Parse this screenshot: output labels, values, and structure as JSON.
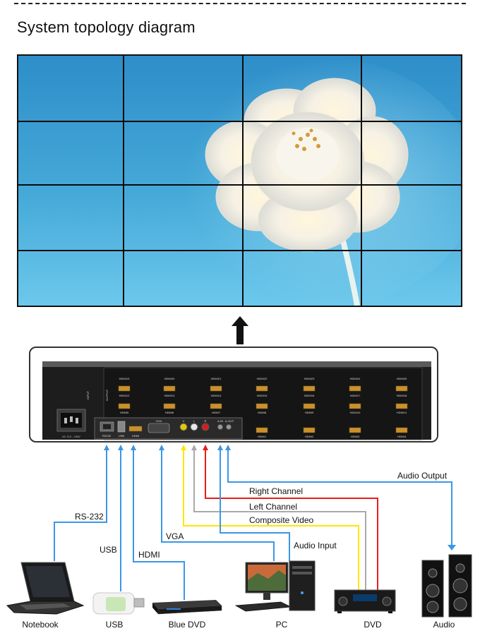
{
  "title": "System topology diagram",
  "video_wall": {
    "rows": 4,
    "cols": 4
  },
  "matrix": {
    "output_group_label": "OUTPUT",
    "input_group_label": "INPUT",
    "power_label": "AC 110 - 240V",
    "output_ports_row1": [
      "HDMI19",
      "HDMI20",
      "HDMI21",
      "HDMI22",
      "HDMI23",
      "HDMI24",
      "HDMI25"
    ],
    "output_ports_row2": [
      "HDMI12",
      "HDMI13",
      "HDMI14",
      "HDMI15",
      "HDMI16",
      "HDMI17",
      "HDMI18"
    ],
    "output_ports_row3": [
      "HDMI5",
      "HDMI6",
      "HDMI7",
      "HDMI8",
      "HDMI9",
      "HDMI10",
      "HDMI11"
    ],
    "output_ports_row4": [
      "HDMI1",
      "HDMI2",
      "HDMI3",
      "HDMI4"
    ],
    "input_ports": [
      "RS232",
      "USB",
      "HDMI",
      "VGA",
      "V",
      "L",
      "R",
      "A-IN",
      "A-OUT"
    ]
  },
  "connections": {
    "rs232": "RS-232",
    "usb": "USB",
    "hdmi": "HDMI",
    "vga": "VGA",
    "audio_input": "Audio Input",
    "composite_video": "Composite Video",
    "left_channel": "Left Channel",
    "right_channel": "Right Channel",
    "audio_output": "Audio Output"
  },
  "devices": {
    "notebook": "Notebook",
    "usb": "USB",
    "blue_dvd": "Blue DVD",
    "pc": "PC",
    "dvd": "DVD",
    "audio": "Audio"
  },
  "colors": {
    "blue_line": "#3a97e6",
    "yellow_line": "#ffe600",
    "white_line": "#a9a9a9",
    "red_line": "#e81c1c"
  }
}
